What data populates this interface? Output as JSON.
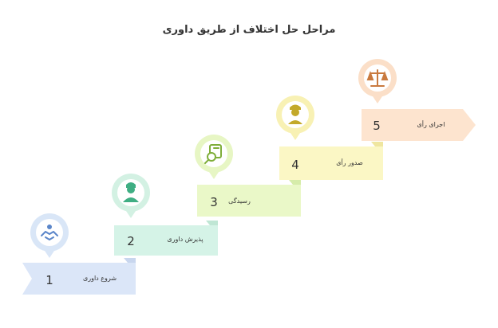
{
  "title": "مراحل حل اختلاف از طریق داوری",
  "steps": [
    {
      "number": "1",
      "label": "شروع داوری",
      "color": "#dbe6f8",
      "pin": "#d9e6f7",
      "icon_color": "#5b86c9",
      "icon": "handshake-icon"
    },
    {
      "number": "2",
      "label": "پذیرش داوری",
      "color": "#d5f3e7",
      "pin": "#d3f1e3",
      "icon_color": "#3fae83",
      "icon": "arbitrator-icon"
    },
    {
      "number": "3",
      "label": "رسیدگی",
      "color": "#eaf8c8",
      "pin": "#e7f6c4",
      "icon_color": "#7fae3a",
      "icon": "document-search-icon"
    },
    {
      "number": "4",
      "label": "صدور رأی",
      "color": "#fbf7c5",
      "pin": "#f8f1b4",
      "icon_color": "#c3a92a",
      "icon": "judge-icon"
    },
    {
      "number": "5",
      "label": "اجرای رأی",
      "color": "#fde4cf",
      "pin": "#fbdfc8",
      "icon_color": "#c97a3f",
      "icon": "scales-icon"
    }
  ]
}
